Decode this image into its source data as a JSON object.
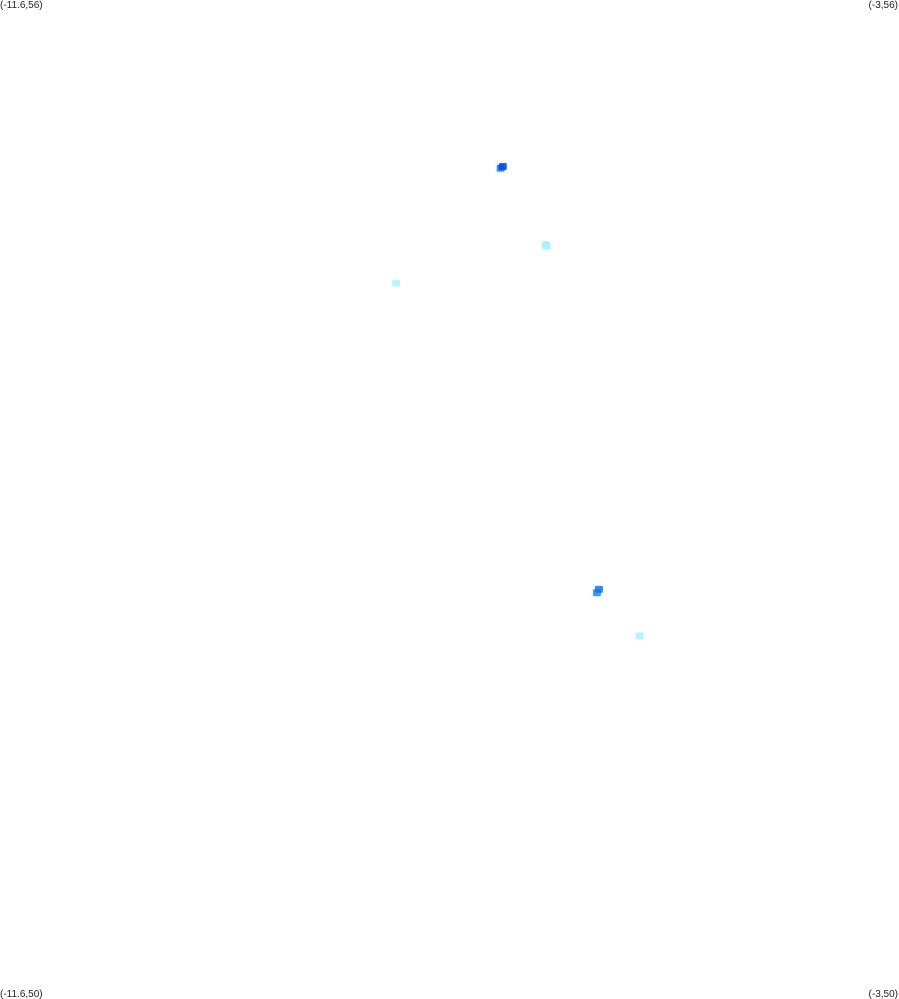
{
  "corners": {
    "top_left": "(-11.6,56)",
    "top_right": "(-3,56)",
    "bottom_left": "(-11.6,50)",
    "bottom_right": "(-3,50)"
  },
  "extent": {
    "lon_min": -11.6,
    "lon_max": -3,
    "lat_min": 50,
    "lat_max": 56
  },
  "colors": {
    "background": "#ffffff",
    "text": "#222222"
  },
  "markers": [
    {
      "lon": -6.81,
      "lat": 54.99,
      "color": "#1177ee"
    },
    {
      "lon": -6.79,
      "lat": 55.0,
      "color": "#0044dd"
    },
    {
      "lon": -6.38,
      "lat": 54.53,
      "color": "#99eeff"
    },
    {
      "lon": -6.37,
      "lat": 54.52,
      "color": "#aaf2ff"
    },
    {
      "lon": -7.81,
      "lat": 54.3,
      "color": "#aaf2ff"
    },
    {
      "lon": -5.89,
      "lat": 52.44,
      "color": "#2288ee"
    },
    {
      "lon": -5.87,
      "lat": 52.46,
      "color": "#1177ee"
    },
    {
      "lon": -5.48,
      "lat": 52.18,
      "color": "#aaf2ff"
    }
  ]
}
